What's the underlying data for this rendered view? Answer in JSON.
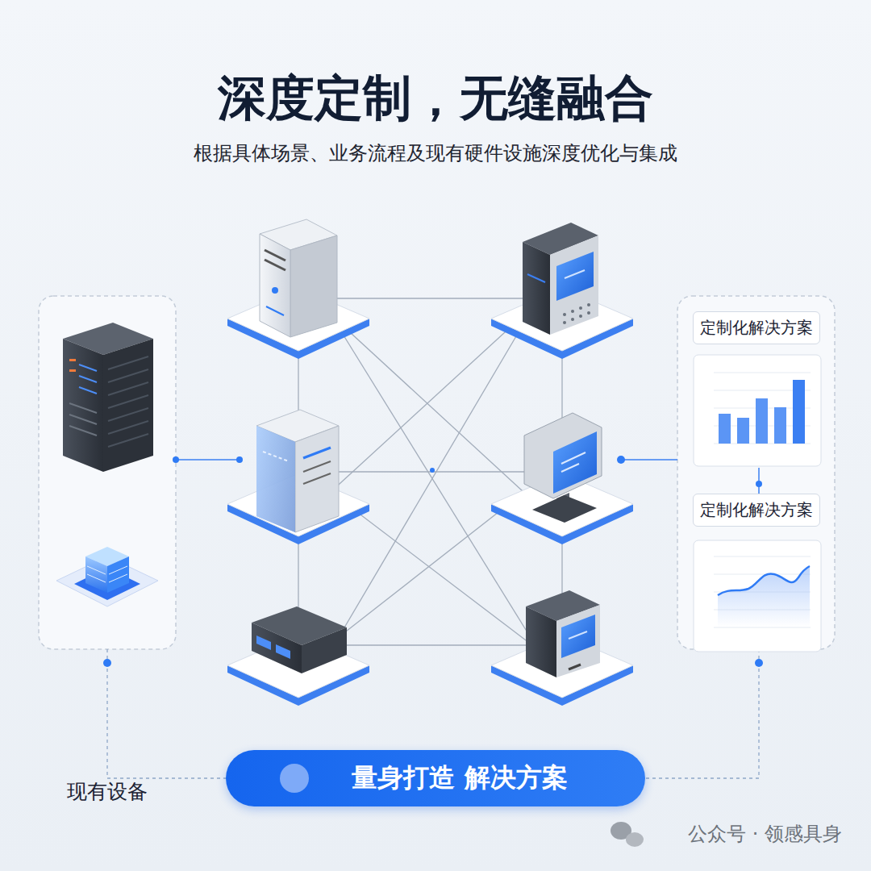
{
  "diagram": {
    "title": "深度定制，无缝融合",
    "nodes": [
      {
        "text": [
          "现有设备"
        ]
      },
      {
        "text": [
          "定制化解决方案"
        ]
      },
      {
        "text": [
          "定制化解决方案"
        ]
      },
      {
        "text": [
          "量身打造 解决方案"
        ]
      }
    ],
    "edges": [
      {
        "from": 0,
        "to": 3,
        "arrow": "none"
      }
    ],
    "labels": [
      "根据具体场景、业务流程及现有硬件设施深度优化与集成",
      "公众号 · 领感具身"
    ]
  }
}
